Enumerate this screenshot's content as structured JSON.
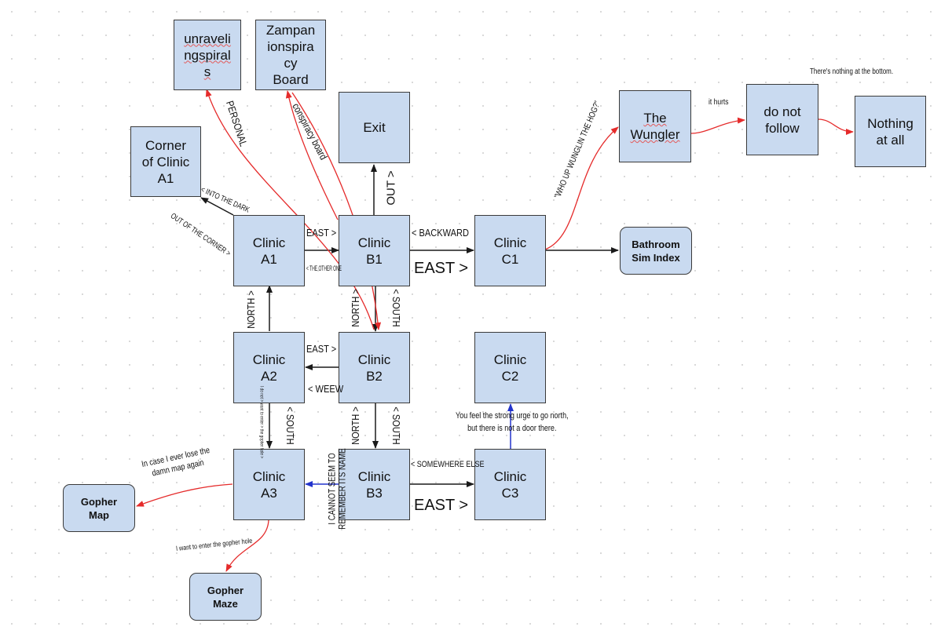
{
  "colors": {
    "node_fill": "#c9daf0",
    "node_border": "#3a3a3a",
    "edge_black": "#1a1a1a",
    "edge_red": "#e52b2b",
    "edge_blue": "#2233cc"
  },
  "nodes": {
    "unraveling": "unraveli\nngspiral\ns",
    "zampano": "Zampan\nionspira\ncy\nBoard",
    "exit": "Exit",
    "corner": "Corner\nof Clinic\nA1",
    "wungler": "The\nWungler",
    "do_not_follow": "do not\nfollow",
    "nothing": "Nothing\nat all",
    "clinic_a1": "Clinic\nA1",
    "clinic_b1": "Clinic\nB1",
    "clinic_c1": "Clinic\nC1",
    "bathroom": "Bathroom\nSim Index",
    "clinic_a2": "Clinic\nA2",
    "clinic_b2": "Clinic\nB2",
    "clinic_c2": "Clinic\nC2",
    "clinic_a3": "Clinic\nA3",
    "clinic_b3": "Clinic\nB3",
    "clinic_c3": "Clinic\nC3",
    "gopher_map": "Gopher\nMap",
    "gopher_maze": "Gopher\nMaze"
  },
  "labels": {
    "bottom_note": "There's nothing at the bottom.",
    "it_hurts": "it hurts",
    "personal": "PERSONAL",
    "conspiracy_board": "conspiracy board",
    "out": "OUT >",
    "wungin": "\"WHO UP WUNGLIN THE HOG?\"",
    "into_dark": "< INTO THE DARK",
    "out_corner": "OUT OF THE CORNER >",
    "east_a1": "EAST >",
    "other_one": "< THE OTHER ONE",
    "backward": "< BACKWARD",
    "east_b1": "EAST >",
    "north_a": "NORTH >",
    "north_b1": "NORTH >",
    "south_b1": "< SOUTH",
    "east_a2": "EAST >",
    "weew": "< WEEW",
    "south_a2": "< SOUTH",
    "gopher_hole_small": "I do not > want to enter > the gopher hole >",
    "north_b2": "NORTH >",
    "south_b2": "< SOUTH",
    "strong_urge": "You feel the strong urge to go north,\nbut there is not a door there.",
    "in_case": "In case I ever lose the\ndamn map again",
    "cannot_remember": "I CANNOT SEEM TO\nREMEMBER ITS NAME",
    "somewhere_else": "< SOMEWHERE ELSE",
    "east_b3": "EAST >",
    "want_gopher": "I want to enter the gopher hole"
  }
}
